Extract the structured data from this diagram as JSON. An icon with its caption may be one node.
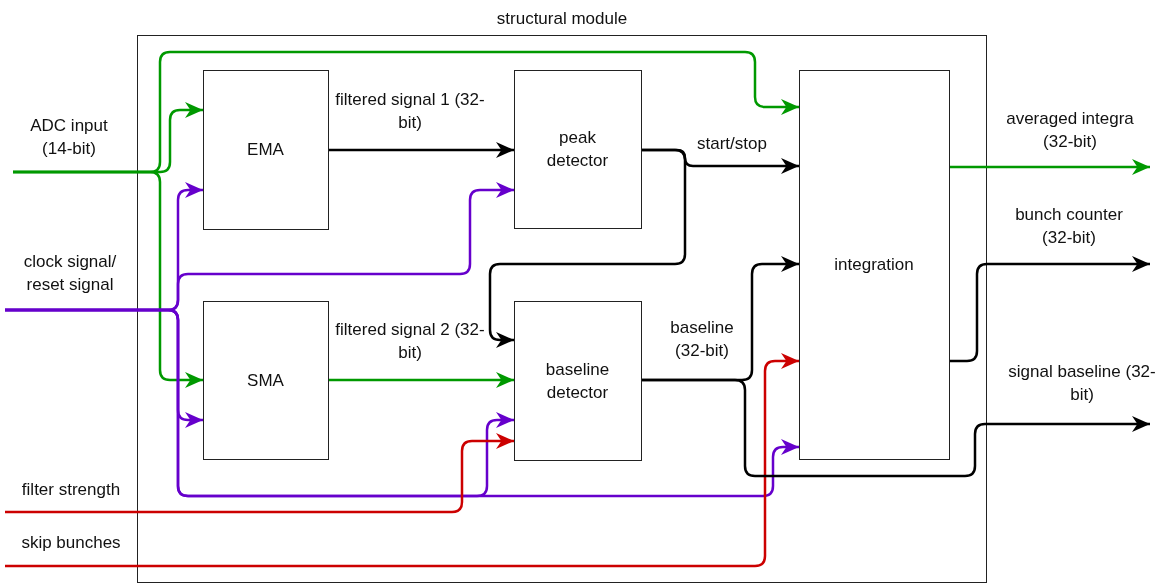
{
  "diagram": {
    "nodes": [
      {
        "text": [
          "structural module"
        ]
      },
      {
        "text": [
          "EMA"
        ],
        "in": 0
      },
      {
        "text": [
          "peak detector"
        ],
        "in": 0
      },
      {
        "text": [
          "SMA"
        ],
        "in": 0
      },
      {
        "text": [
          "baseline detector"
        ],
        "in": 0
      },
      {
        "text": [
          "integration"
        ],
        "in": 0
      },
      {
        "text": [
          "ADC input (14-bit)"
        ]
      },
      {
        "text": [
          "clock signal/ reset signal"
        ]
      },
      {
        "text": [
          "filter strength"
        ]
      },
      {
        "text": [
          "skip bunches"
        ]
      }
    ],
    "edges": [
      {
        "from": 6,
        "to": 1,
        "arrow": "to",
        "color": "#009900"
      },
      {
        "from": 6,
        "to": 3,
        "arrow": "to",
        "color": "#009900"
      },
      {
        "from": 6,
        "to": 5,
        "arrow": "to",
        "color": "#009900"
      },
      {
        "from": 7,
        "to": 1,
        "arrow": "to",
        "color": "#6600cc"
      },
      {
        "from": 7,
        "to": 2,
        "arrow": "to",
        "color": "#6600cc"
      },
      {
        "from": 7,
        "to": 3,
        "arrow": "to",
        "color": "#6600cc"
      },
      {
        "from": 7,
        "to": 4,
        "arrow": "to",
        "color": "#6600cc"
      },
      {
        "from": 7,
        "to": 5,
        "arrow": "to",
        "color": "#6600cc"
      },
      {
        "from": 8,
        "to": 4,
        "arrow": "to",
        "color": "#cc0000"
      },
      {
        "from": 9,
        "to": 5,
        "arrow": "to",
        "color": "#cc0000"
      },
      {
        "from": 1,
        "to": 2,
        "arrow": "to",
        "label": "filtered signal 1 (32-bit)"
      },
      {
        "from": 3,
        "to": 4,
        "arrow": "to",
        "color": "#009900",
        "label": "filtered signal 2 (32-bit)"
      },
      {
        "from": 2,
        "to": 5,
        "arrow": "to",
        "label": "start/stop"
      },
      {
        "from": 2,
        "to": 4,
        "arrow": "to"
      },
      {
        "from": 4,
        "to": 5,
        "arrow": "to",
        "label": "baseline (32-bit)"
      },
      {
        "from": 4,
        "to": null,
        "arrow": "to",
        "label": "signal baseline (32-bit)"
      },
      {
        "from": 5,
        "to": null,
        "arrow": "to",
        "color": "#009900",
        "label": "averaged integra (32-bit)"
      },
      {
        "from": 5,
        "to": null,
        "arrow": "to",
        "label": "bunch counter (32-bit)"
      }
    ]
  }
}
